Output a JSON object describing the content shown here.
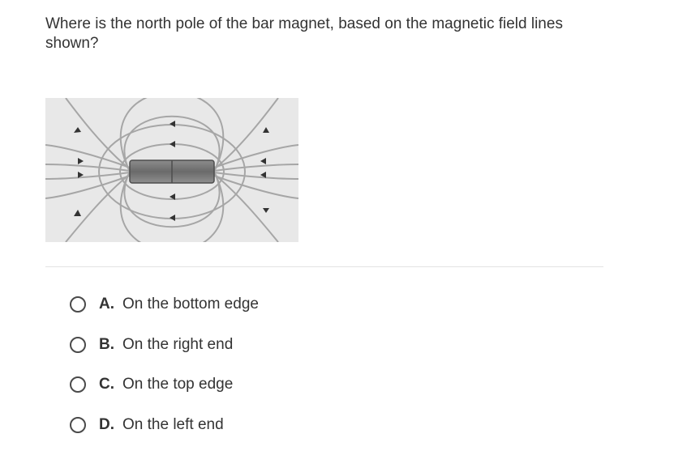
{
  "question": {
    "text": "Where is the north pole of the bar magnet, based on the magnetic field lines shown?"
  },
  "choices": [
    {
      "letter": "A.",
      "text": "On the bottom edge"
    },
    {
      "letter": "B.",
      "text": "On the right end"
    },
    {
      "letter": "C.",
      "text": "On the top edge"
    },
    {
      "letter": "D.",
      "text": "On the left end"
    }
  ],
  "colors": {
    "text": "#333333",
    "radio_border": "#4a4a4a",
    "divider": "#e3e3e3"
  }
}
